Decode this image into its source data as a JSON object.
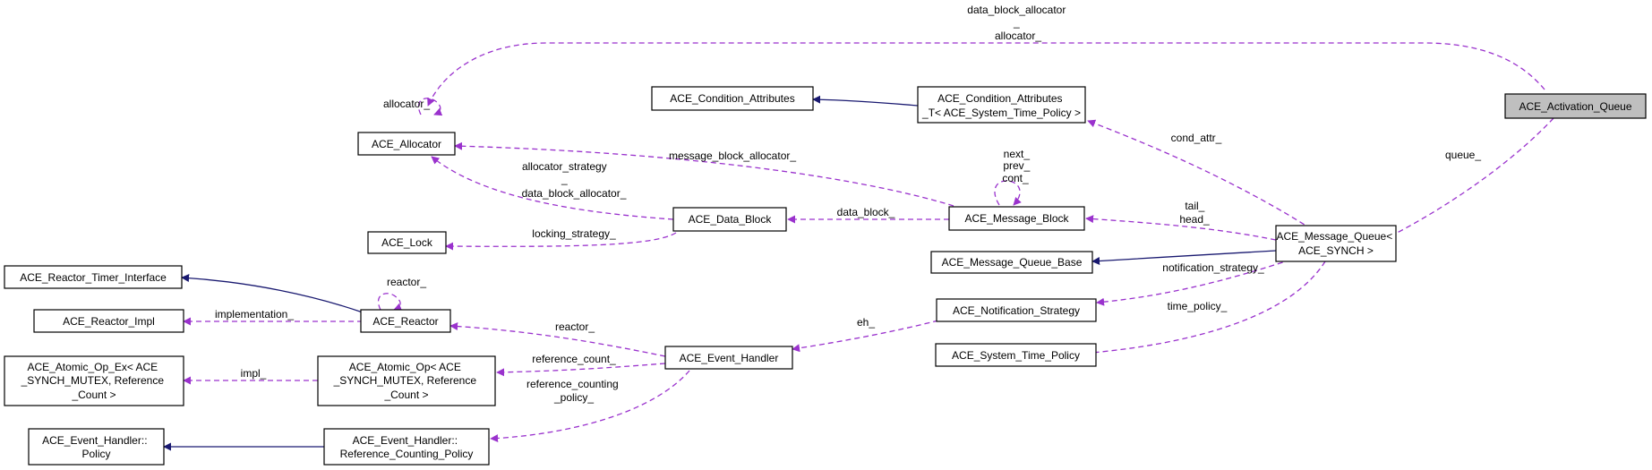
{
  "nodes": {
    "activation_queue": [
      "ACE_Activation_Queue"
    ],
    "allocator": [
      "ACE_Allocator"
    ],
    "condition_attributes": [
      "ACE_Condition_Attributes"
    ],
    "condition_attributes_t": [
      "ACE_Condition_Attributes",
      "_T< ACE_System_Time_Policy >"
    ],
    "data_block": [
      "ACE_Data_Block"
    ],
    "message_block": [
      "ACE_Message_Block"
    ],
    "lock": [
      "ACE_Lock"
    ],
    "message_queue": [
      "ACE_Message_Queue<",
      "ACE_SYNCH >"
    ],
    "message_queue_base": [
      "ACE_Message_Queue_Base"
    ],
    "reactor_timer_interface": [
      "ACE_Reactor_Timer_Interface"
    ],
    "reactor": [
      "ACE_Reactor"
    ],
    "reactor_impl": [
      "ACE_Reactor_Impl"
    ],
    "notification_strategy": [
      "ACE_Notification_Strategy"
    ],
    "event_handler": [
      "ACE_Event_Handler"
    ],
    "system_time_policy": [
      "ACE_System_Time_Policy"
    ],
    "atomic_op_ex": [
      "ACE_Atomic_Op_Ex< ACE",
      "_SYNCH_MUTEX, Reference",
      "_Count >"
    ],
    "atomic_op": [
      "ACE_Atomic_Op< ACE",
      "_SYNCH_MUTEX, Reference",
      "_Count >"
    ],
    "eh_policy": [
      "ACE_Event_Handler::",
      "Policy"
    ],
    "eh_ref_policy": [
      "ACE_Event_Handler::",
      "Reference_Counting_Policy"
    ]
  },
  "edge_labels": {
    "allocator_top": [
      "data_block_allocator",
      "_",
      "allocator_"
    ],
    "allocator_self": [
      "allocator_"
    ],
    "queue": [
      "queue_"
    ],
    "cond_attr": [
      "cond_attr_"
    ],
    "message_block_allocator": [
      "message_block_allocator_"
    ],
    "allocator_strategy": [
      "allocator_strategy",
      "_",
      "data_block_allocator_"
    ],
    "msg_block_self": [
      "next_",
      "prev_",
      "cont_"
    ],
    "tail_head": [
      "tail_",
      "head_"
    ],
    "data_block": [
      "data_block_"
    ],
    "locking_strategy": [
      "locking_strategy_"
    ],
    "notification_strategy": [
      "notification_strategy_"
    ],
    "reactor_self": [
      "reactor_"
    ],
    "implementation": [
      "implementation_"
    ],
    "time_policy": [
      "time_policy_"
    ],
    "eh": [
      "eh_"
    ],
    "reactor": [
      "reactor_"
    ],
    "reference_count": [
      "reference_count_"
    ],
    "impl": [
      "impl_"
    ],
    "reference_counting_policy": [
      "reference_counting",
      "_policy_"
    ]
  },
  "colors": {
    "usage_edge": "#9a32cd",
    "inheritance_edge": "#191970",
    "highlight_fill": "#bfbfbf"
  }
}
